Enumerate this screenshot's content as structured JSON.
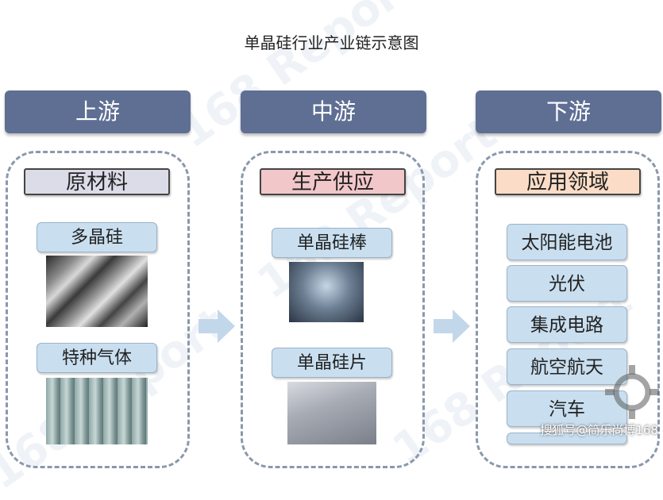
{
  "title": "单晶硅行业产业链示意图",
  "stages": [
    "上游",
    "中游",
    "下游"
  ],
  "upstream": {
    "category": "原材料",
    "items": [
      "多晶硅",
      "特种气体"
    ]
  },
  "midstream": {
    "category": "生产供应",
    "items": [
      "单晶硅棒",
      "单晶硅片"
    ]
  },
  "downstream": {
    "category": "应用领域",
    "items": [
      "太阳能电池",
      "光伏",
      "集成电路",
      "航空航天",
      "汽车"
    ]
  },
  "watermark": "168 Report",
  "footer": "搜狐号@简乐尚博168",
  "colors": {
    "stage_bg": "#5f6f94",
    "upstream_cat": "#dcdbe8",
    "midstream_cat": "#f2c7c9",
    "downstream_cat": "#fbdcc6",
    "item_bg": "#c9dff0",
    "arrow": "#c3d7ea"
  }
}
